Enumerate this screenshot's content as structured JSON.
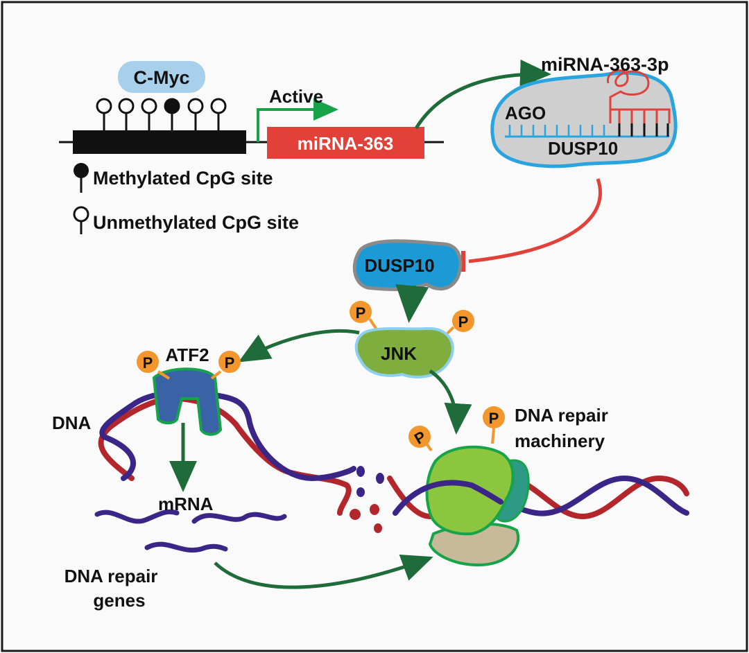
{
  "labels": {
    "cmyc": "C-Myc",
    "active": "Active",
    "mirna363": "miRNA-363",
    "mirna363_3p": "miRNA-363-3p",
    "ago": "AGO",
    "dusp10_target": "DUSP10",
    "legend_methylated": "Methylated CpG site",
    "legend_unmethylated": "Unmethylated CpG site",
    "dusp10_protein": "DUSP10",
    "jnk": "JNK",
    "atf2": "ATF2",
    "dna": "DNA",
    "mrna": "mRNA",
    "dna_repair_genes_line1": "DNA repair",
    "dna_repair_genes_line2": "genes",
    "dna_repair_machinery_line1": "DNA repair",
    "dna_repair_machinery_line2": "machinery",
    "phospho": "P"
  },
  "colors": {
    "background": "#fafafa",
    "border": "#1a1a1a",
    "mirna_red": "#e2413a",
    "dark_green_arrow": "#1f6b3a",
    "green_promoter": "#17a34a",
    "cmyc_bubble": "#a9d0ea",
    "ago_fill": "#cfcfcf",
    "ago_outline": "#2aa4df",
    "dusp10_blue": "#1b9ad6",
    "jnk_green": "#7fae3f",
    "phospho_orange": "#f3962b",
    "atf2_blue": "#3a62a6",
    "dna_red": "#b3262b",
    "dna_purple": "#3b2688",
    "machinery_green": "#8cc63f",
    "machinery_teal": "#2e9a86",
    "machinery_tan": "#c9b99b"
  }
}
